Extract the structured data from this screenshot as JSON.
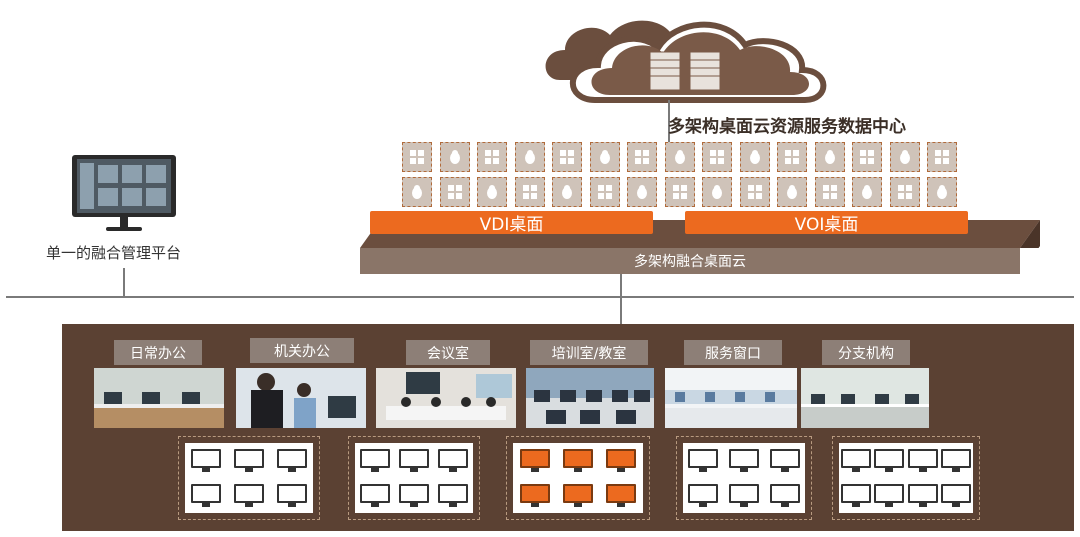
{
  "cloud_title": "多架构桌面云资源服务数据中心",
  "vdi_label": "VDI桌面",
  "voi_label": "VOI桌面",
  "platform_label": "多架构融合桌面云",
  "management_label": "单一的融合管理平台",
  "scenes": [
    {
      "label": "日常办公"
    },
    {
      "label": "机关办公"
    },
    {
      "label": "会议室"
    },
    {
      "label": "培训室/教室"
    },
    {
      "label": "服务窗口"
    },
    {
      "label": "分支机构"
    }
  ],
  "colors": {
    "accent_orange": "#ec6a1f",
    "panel_brown": "#5b4133",
    "platform_brown": "#8a7568",
    "tile_bg": "#cfc3b9",
    "label_bg": "#8d7f77"
  }
}
